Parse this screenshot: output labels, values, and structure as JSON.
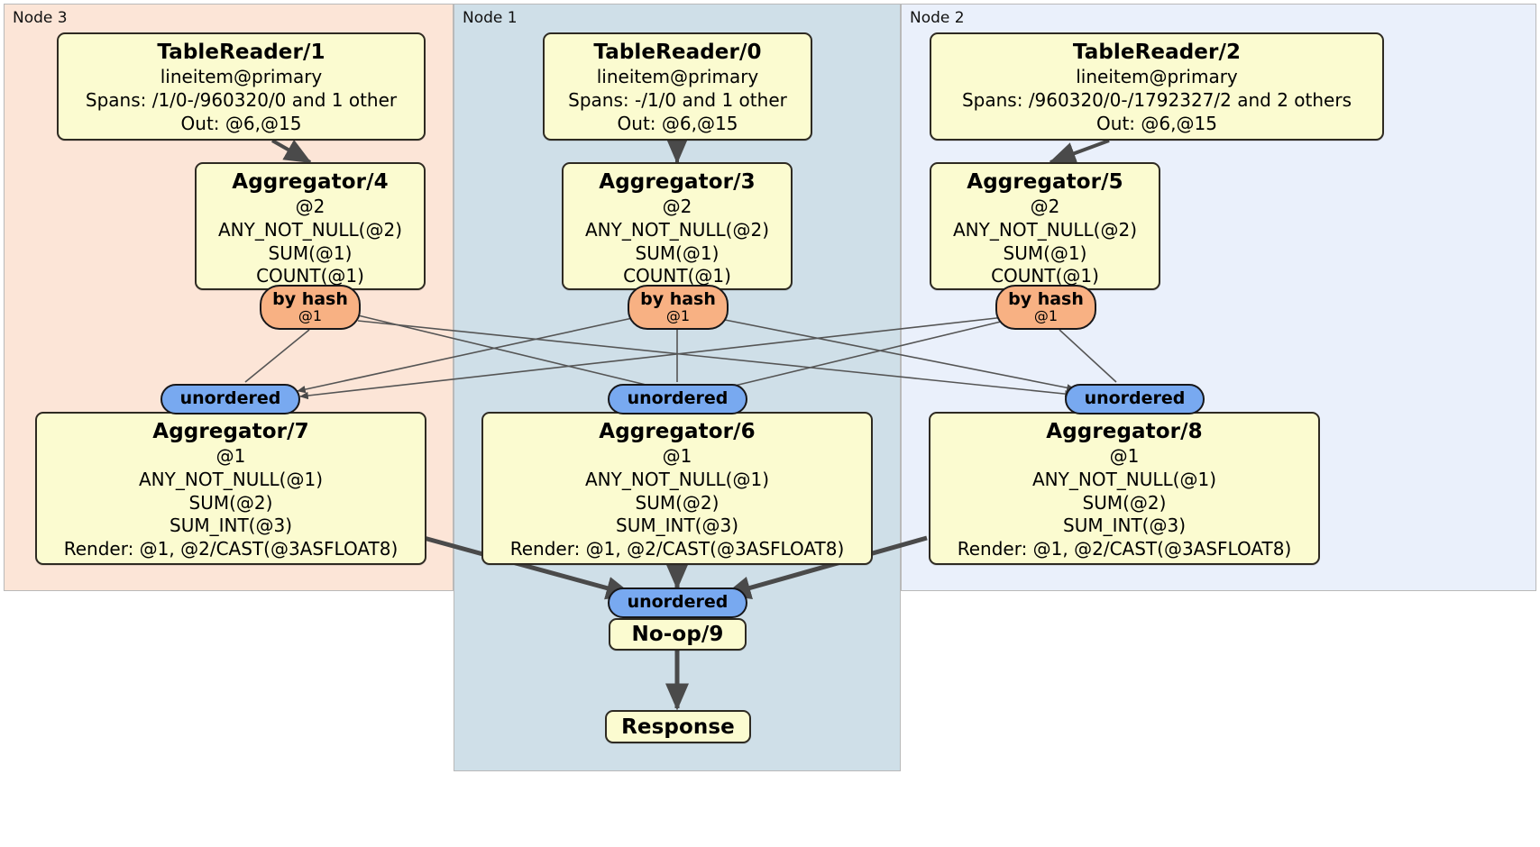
{
  "diagram": {
    "type": "distributed-query-plan",
    "regions": [
      {
        "id": "node3",
        "label": "Node 3",
        "color": "#fce5d7"
      },
      {
        "id": "node1",
        "label": "Node 1",
        "color": "#cfdfe8"
      },
      {
        "id": "node2",
        "label": "Node 2",
        "color": "#eaf0fb"
      }
    ],
    "nodes": [
      {
        "id": "tr1",
        "title": "TableReader/1",
        "lines": [
          "lineitem@primary",
          "Spans: /1/0-/960320/0 and 1 other",
          "Out: @6,@15"
        ]
      },
      {
        "id": "tr0",
        "title": "TableReader/0",
        "lines": [
          "lineitem@primary",
          "Spans: -/1/0 and 1 other",
          "Out: @6,@15"
        ]
      },
      {
        "id": "tr2",
        "title": "TableReader/2",
        "lines": [
          "lineitem@primary",
          "Spans: /960320/0-/1792327/2 and 2 others",
          "Out: @6,@15"
        ]
      },
      {
        "id": "agg4",
        "title": "Aggregator/4",
        "lines": [
          "@2",
          "ANY_NOT_NULL(@2)",
          "SUM(@1)",
          "COUNT(@1)"
        ]
      },
      {
        "id": "agg3",
        "title": "Aggregator/3",
        "lines": [
          "@2",
          "ANY_NOT_NULL(@2)",
          "SUM(@1)",
          "COUNT(@1)"
        ]
      },
      {
        "id": "agg5",
        "title": "Aggregator/5",
        "lines": [
          "@2",
          "ANY_NOT_NULL(@2)",
          "SUM(@1)",
          "COUNT(@1)"
        ]
      },
      {
        "id": "agg7",
        "title": "Aggregator/7",
        "lines": [
          "@1",
          "ANY_NOT_NULL(@1)",
          "SUM(@2)",
          "SUM_INT(@3)",
          "Render: @1, @2/CAST(@3ASFLOAT8)"
        ]
      },
      {
        "id": "agg6",
        "title": "Aggregator/6",
        "lines": [
          "@1",
          "ANY_NOT_NULL(@1)",
          "SUM(@2)",
          "SUM_INT(@3)",
          "Render: @1, @2/CAST(@3ASFLOAT8)"
        ]
      },
      {
        "id": "agg8",
        "title": "Aggregator/8",
        "lines": [
          "@1",
          "ANY_NOT_NULL(@1)",
          "SUM(@2)",
          "SUM_INT(@3)",
          "Render: @1, @2/CAST(@3ASFLOAT8)"
        ]
      },
      {
        "id": "noop9",
        "title": "No-op/9",
        "lines": []
      },
      {
        "id": "response",
        "title": "Response",
        "lines": []
      }
    ],
    "routers": [
      {
        "id": "hash_left",
        "label": "by hash",
        "sub": "@1",
        "kind": "orange"
      },
      {
        "id": "hash_center",
        "label": "by hash",
        "sub": "@1",
        "kind": "orange"
      },
      {
        "id": "hash_right",
        "label": "by hash",
        "sub": "@1",
        "kind": "orange"
      }
    ],
    "synchronizers": [
      {
        "id": "unordered_left",
        "label": "unordered",
        "kind": "blue"
      },
      {
        "id": "unordered_center",
        "label": "unordered",
        "kind": "blue"
      },
      {
        "id": "unordered_right",
        "label": "unordered",
        "kind": "blue"
      },
      {
        "id": "unordered_final",
        "label": "unordered",
        "kind": "blue"
      }
    ],
    "colors": {
      "node3_bg": "#fce5d7",
      "node1_bg": "#cfdfe8",
      "node2_bg": "#eaf0fb",
      "box_fill": "#fbfbd0",
      "box_stroke": "#2e2a22",
      "router_fill": "#f8b183",
      "sync_fill": "#78a9f0",
      "edge_thin": "#555555",
      "edge_thick": "#4a4a4a"
    }
  }
}
